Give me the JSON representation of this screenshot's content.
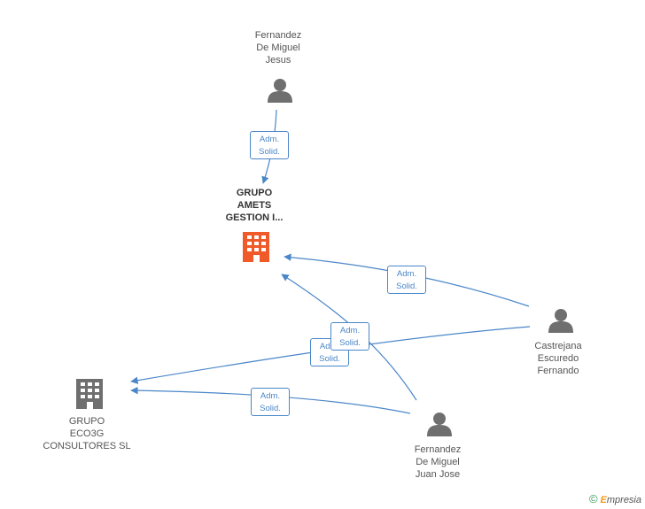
{
  "colors": {
    "edge": "#4a86c8",
    "person": "#6f6f6f",
    "company_main": "#f05a28",
    "company": "#6f6f6f"
  },
  "nodes": {
    "fernandez_jesus": {
      "lines": [
        "Fernandez",
        "De Miguel",
        "Jesus"
      ],
      "icon": "person-icon"
    },
    "grupo_amets": {
      "lines": [
        "GRUPO",
        "AMETS",
        "GESTION I..."
      ],
      "icon": "building-icon"
    },
    "castrejana": {
      "lines": [
        "Castrejana",
        "Escuredo",
        "Fernando"
      ],
      "icon": "person-icon"
    },
    "grupo_eco3g": {
      "lines": [
        "GRUPO",
        "ECO3G",
        "CONSULTORES SL"
      ],
      "icon": "building-icon"
    },
    "fernandez_juan": {
      "lines": [
        "Fernandez",
        "De Miguel",
        "Juan Jose"
      ],
      "icon": "person-icon"
    }
  },
  "edges": [
    {
      "from": "fernandez_jesus",
      "to": "grupo_amets",
      "label": [
        "Adm.",
        "Solid."
      ]
    },
    {
      "from": "castrejana",
      "to": "grupo_amets",
      "label": [
        "Adm.",
        "Solid."
      ]
    },
    {
      "from": "castrejana",
      "to": "grupo_eco3g",
      "label": [
        "Adm.",
        "Solid."
      ]
    },
    {
      "from": "fernandez_juan",
      "to": "grupo_amets",
      "label": [
        "Adm.",
        "Solid."
      ]
    },
    {
      "from": "fernandez_juan",
      "to": "grupo_eco3g",
      "label": [
        "Adm.",
        "Solid."
      ]
    }
  ],
  "footer": {
    "copyright_symbol": "©",
    "brand_first": "E",
    "brand_rest": "mpresia"
  }
}
